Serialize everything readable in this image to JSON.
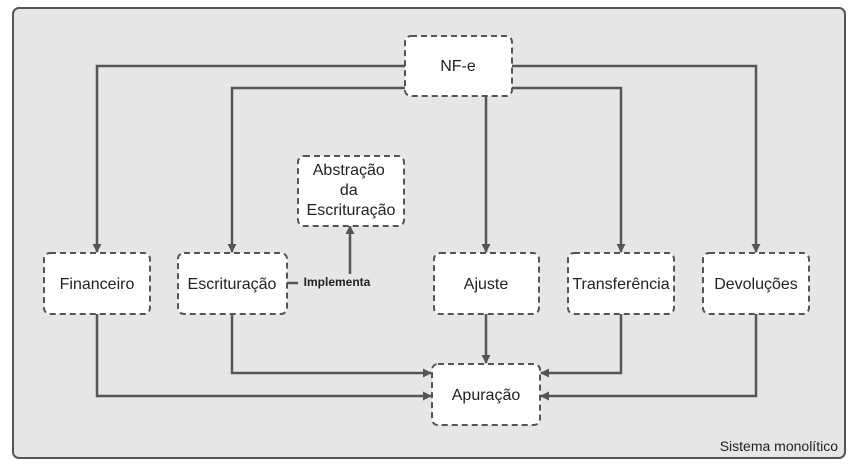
{
  "colors": {
    "container_bg": "#e6e6e6",
    "container_border": "#555555",
    "node_bg": "#ffffff",
    "line": "#555555"
  },
  "container": {
    "label": "Sistema monolítico"
  },
  "nodes": {
    "nfe": "NF-e",
    "abstracao": [
      "Abstração",
      "da",
      "Escrituração"
    ],
    "financeiro": "Financeiro",
    "escrituracao": "Escrituração",
    "ajuste": "Ajuste",
    "transferencia": "Transferência",
    "devolucoes": "Devoluções",
    "apuracao": "Apuração"
  },
  "edges": {
    "implementa": "Implementa"
  }
}
